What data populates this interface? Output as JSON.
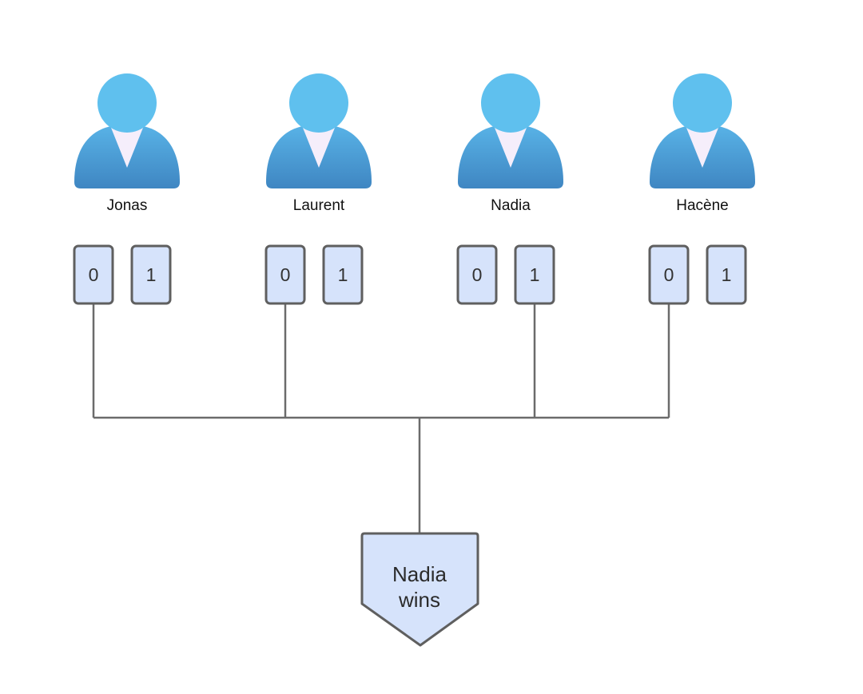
{
  "players": [
    {
      "name": "Jonas",
      "cards": [
        "0",
        "1"
      ],
      "selected": 0
    },
    {
      "name": "Laurent",
      "cards": [
        "0",
        "1"
      ],
      "selected": 0
    },
    {
      "name": "Nadia",
      "cards": [
        "0",
        "1"
      ],
      "selected": 1
    },
    {
      "name": "Hacène",
      "cards": [
        "0",
        "1"
      ],
      "selected": 0
    }
  ],
  "result": {
    "line1": "Nadia",
    "line2": "wins"
  },
  "colors": {
    "head": "#5fc0ee",
    "body_top": "#58b2e6",
    "body_bottom": "#3f86c2",
    "collar": "#f5eefb",
    "card_fill": "#d6e3fb",
    "card_stroke": "#5f5f5f",
    "connector": "#6b6b6b"
  },
  "icons": {
    "player": "user-icon"
  }
}
